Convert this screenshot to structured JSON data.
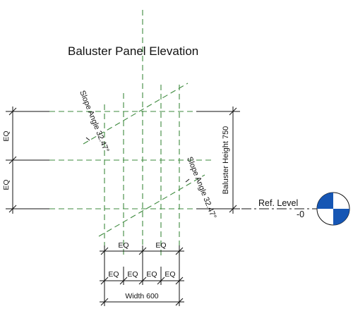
{
  "title": "Baluster Panel Elevation",
  "dimensions": {
    "left_top": "EQ",
    "left_bottom": "EQ",
    "baluster_height": "Baluster Height 750",
    "top_row_left": "EQ",
    "top_row_right": "EQ",
    "bottom_row_1": "EQ",
    "bottom_row_2": "EQ",
    "bottom_row_3": "EQ",
    "bottom_row_4": "EQ",
    "width": "Width 600"
  },
  "slope_labels": {
    "upper": "Slope Angle 32.47°",
    "lower": "Slope Angle 32.47°"
  },
  "level": {
    "name": "Ref. Level",
    "elevation": "-0"
  },
  "colors": {
    "reference_plane": "#3e8a3e",
    "dimension_line": "#111111",
    "level_marker": "#1656b4"
  }
}
